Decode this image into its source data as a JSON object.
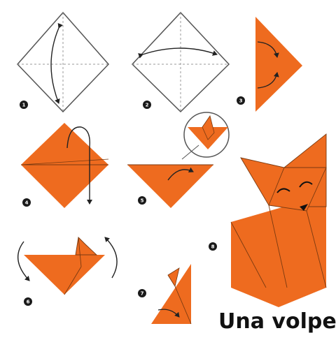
{
  "title": "Una volpe",
  "step_numbers": [
    "1",
    "2",
    "3",
    "4",
    "5",
    "6",
    "7",
    "8"
  ],
  "colors": {
    "paper": "#ee6b1f",
    "fold_line": "#7a3a10",
    "outline": "#555555",
    "dashed": "#9a9a9a",
    "arrow": "#222222",
    "badge": "#1a1a1a",
    "background": "#ffffff"
  }
}
